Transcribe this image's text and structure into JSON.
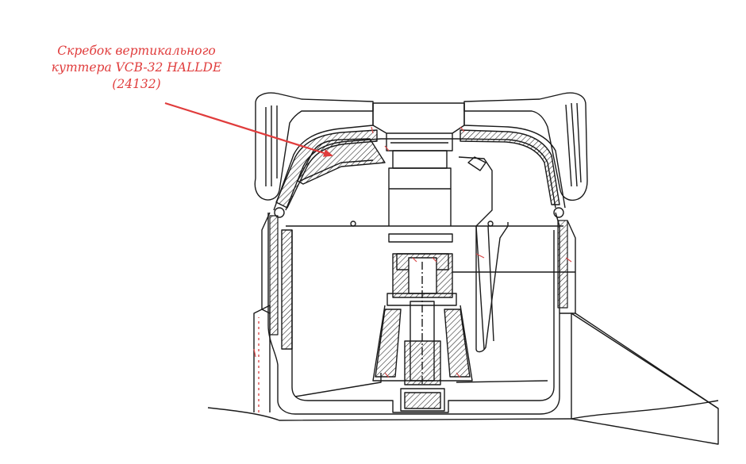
{
  "annotation": {
    "lines": [
      "Скребок вертикального",
      "куттера VCB-32 HALLDE",
      "(24132)"
    ]
  },
  "colors": {
    "annotation": "#e03c3c",
    "arrow": "#e03c3c",
    "line": "#1a1a1a",
    "hatch": "#1a1a1a",
    "highlight": "#d94a4a",
    "background": "#ffffff"
  },
  "drawing": {
    "subject": "vertical-cutter-cross-section",
    "icon": "technical-section-drawing"
  }
}
